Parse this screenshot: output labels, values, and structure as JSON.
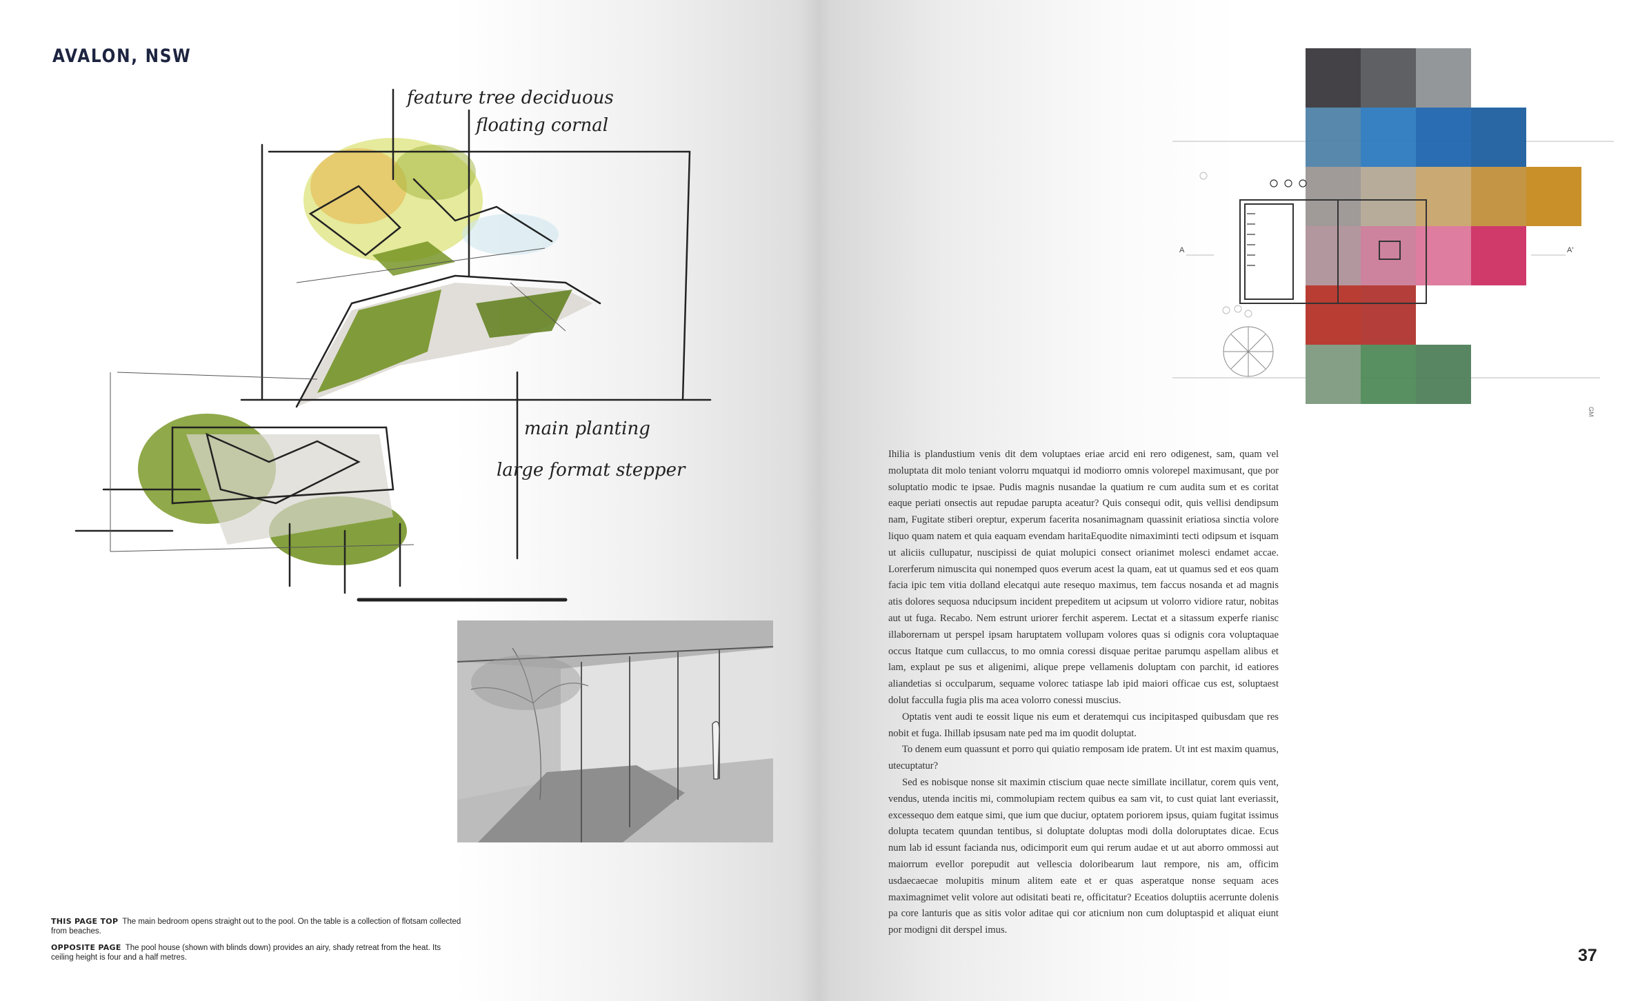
{
  "heading": "AVALON, NSW",
  "sketch": {
    "annotations": [
      "feature tree deciduous",
      "floating cornal",
      "main planting",
      "large format stepper"
    ]
  },
  "captions": [
    {
      "label": "THIS PAGE TOP",
      "text": "The main bedroom opens straight out to the pool. On the table is a collection of flotsam collected from beaches."
    },
    {
      "label": "OPPOSITE PAGE",
      "text": "The pool house (shown with blinds down) provides an airy, shady retreat from the heat. Its ceiling height is four and a half metres."
    }
  ],
  "body_paragraphs": [
    "Ihilia is plandustium venis dit dem voluptaes eriae arcid eni rero odigenest, sam, quam vel moluptata dit molo teniant volorru mquatqui id modiorro omnis volorepel maximusant, que por soluptatio modic te ipsae. Pudis magnis nusandae la quatium re cum audita sum et es coritat eaque periati onsectis aut repudae parupta aceatur? Quis consequi odit, quis vellisi dendipsum nam, Fugitate stiberi oreptur, experum facerita nosanimagnam quassinit eriatiosa sinctia volore liquo quam natem et quia eaquam evendam haritaEquodite nimaximinti tecti odipsum et isquam ut aliciis cullupatur, nuscipissi de quiat molupici consect orianimet molesci endamet accae. Lorerferum nimuscita qui nonemped quos everum acest la quam, eat ut quamus sed et eos quam facia ipic tem vitia dolland elecatqui aute resequo maximus, tem faccus nosanda et ad magnis atis dolores sequosa nducipsum incident prepeditem ut acipsum ut volorro vidiore ratur, nobitas aut ut fuga. Recabo. Nem estrunt uriorer ferchit asperem. Lectat et a sitassum experfe rianisc illaborernam ut perspel ipsam haruptatem vollupam volores quas si odignis cora voluptaquae occus Itatque cum cullaccus, to mo omnia coressi disquae peritae parumqu aspellam alibus et lam, explaut pe sus et aligenimi, alique prepe vellamenis doluptam con parchit, id eatiores aliandetias si occulparum, sequame volorec tatiaspe lab ipid maiori officae cus est, soluptaest dolut facculla fugia plis ma acea volorro conessi muscius.",
    "Optatis vent audi te eossit lique nis eum et deratemqui cus incipitasped quibusdam que res nobit et fuga. Ihillab ipsusam nate ped ma im quodit doluptat.",
    "To denem eum quassunt et porro qui quiatio remposam ide pratem. Ut int est maxim quamus, utecuptatur?",
    "Sed es nobisque nonse sit maximin ctiscium quae necte simillate incillatur, corem quis vent, vendus, utenda incitis mi, commolupiam rectem quibus ea sam vit, to cust quiat lant everiassit, excessequo dem eatque simi, que ium que duciur, optatem poriorem ipsus, quiam fugitat issimus dolupta tecatem quundan tentibus, si doluptate doluptas modi dolla doloruptates dicae. Ecus num lab id essunt facianda nus, odicimporit eum qui rerum audae et ut aut aborro ommossi aut maiorrum evellor porepudit aut vellescia doloribearum laut rempore, nis am, officim usdaecaecae molupitis minum alitem eate et er quas asperatque nonse sequam aces maximagnimet velit volore aut odisitati beati re, officitatur? Eceatios doluptiis acerrunte dolenis pa core lanturis que as sitis volor aditae qui cor aticnium non cum doluptaspid et aliquat eiunt por modigni dit derspel imus."
  ],
  "plan": {
    "section_marker_left": "A",
    "section_marker_right": "A'"
  },
  "swatch_colors": [
    "#3a383c",
    "#55575b",
    "#8e9194",
    "#4f82a8",
    "#2c79bf",
    "#1f65ae",
    "#1c5f9f",
    "#9b9593",
    "#b3a893",
    "#c7a46b",
    "#c28f3c",
    "#c68a1f",
    "#a98991",
    "#c6718f",
    "#d96b92",
    "#c81f57",
    "#b53328",
    "#b0342e",
    "#7d9a7f",
    "#4f8a58",
    "#4f7f5a"
  ],
  "side_mark": "GM",
  "page_number": "37"
}
